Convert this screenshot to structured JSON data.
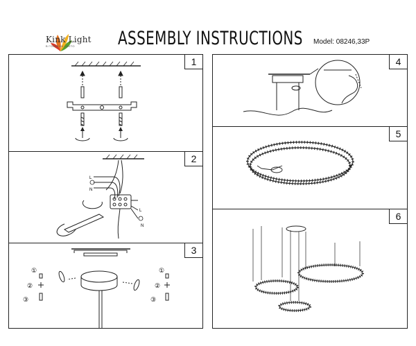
{
  "header": {
    "brand": "Kink Light",
    "brand_sub": "В ГОЗИЕНИ СВЕТО",
    "title": "ASSEMBLY INSTRUCTIONS",
    "model": "Model: 08246,33P"
  },
  "steps": [
    "1",
    "2",
    "3",
    "4",
    "5",
    "6"
  ],
  "wire_labels": {
    "L": "L",
    "N": "N"
  },
  "part_markers": [
    "①",
    "②",
    "③"
  ],
  "colors": {
    "line": "#222222",
    "logo_orange": "#e8731f",
    "logo_green": "#5aa02c",
    "logo_red": "#d83a2a"
  }
}
